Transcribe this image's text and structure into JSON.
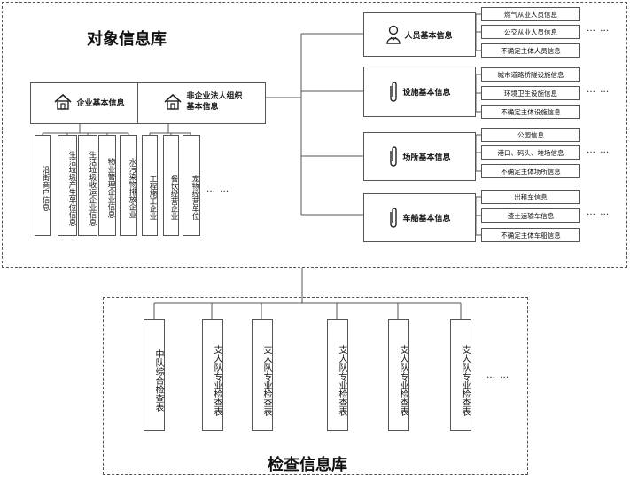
{
  "object_db": {
    "title": "对象信息库",
    "enterprise": {
      "label": "企业基本信息",
      "icon": "house-icon",
      "items": [
        "沿街商户信息",
        "生活垃圾产生单位信息",
        "生活垃圾收运企业信息",
        "物业管理企业信息",
        "水污染物排放企业"
      ]
    },
    "non_enterprise": {
      "label_line1": "非企业法人组织",
      "label_line2": "基本信息",
      "icon": "house-icon",
      "items": [
        "工程施工企业",
        "餐饮经营企业",
        "宠物经营单位"
      ],
      "more": "… …"
    },
    "categories": [
      {
        "label": "人员基本信息",
        "icon": "person-icon",
        "items": [
          "燃气从业人员信息",
          "公交从业人员信息",
          "不确定主体人员信息"
        ]
      },
      {
        "label": "设施基本信息",
        "icon": "paperclip-icon",
        "items": [
          "城市道路桥隧设施信息",
          "环境卫生设施信息",
          "不确定主体设施信息"
        ]
      },
      {
        "label": "场所基本信息",
        "icon": "paperclip-icon",
        "items": [
          "公园信息",
          "港口、码头、堆场信息",
          "不确定主体场所信息"
        ]
      },
      {
        "label": "车船基本信息",
        "icon": "paperclip-icon",
        "items": [
          "出租车信息",
          "渣土运输车信息",
          "不确定主体车船信息"
        ]
      }
    ],
    "more": "… …"
  },
  "check_db": {
    "title": "检查信息库",
    "items": [
      "中队综合检查表",
      "支大队专业检查表",
      "支大队专业检查表",
      "支大队专业检查表",
      "支大队专业检查表",
      "支大队专业检查表"
    ],
    "more": "… …"
  }
}
